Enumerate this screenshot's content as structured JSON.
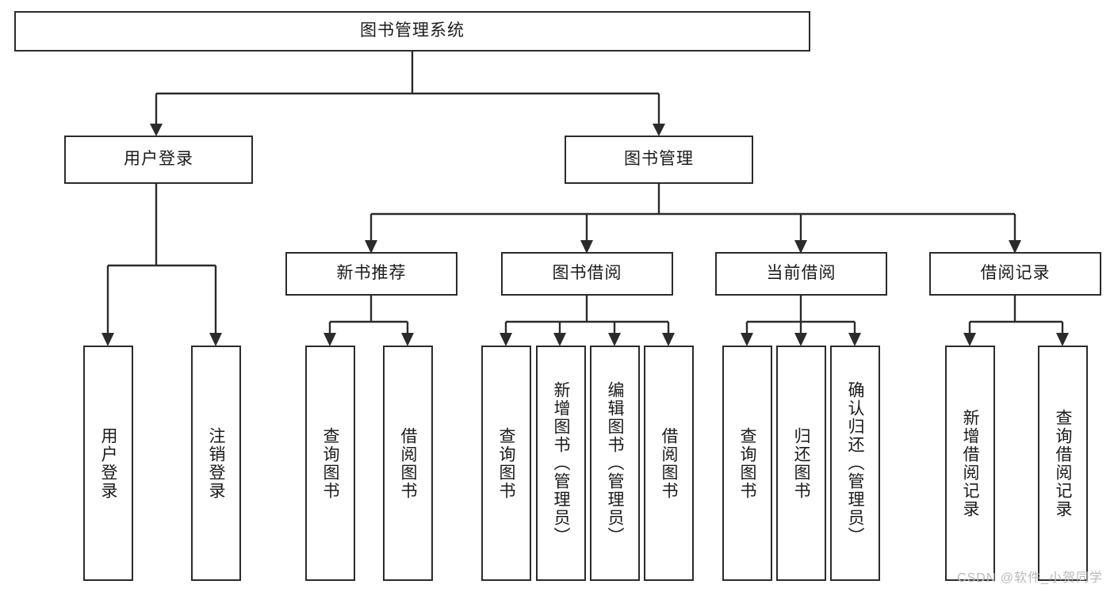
{
  "diagram": {
    "type": "tree",
    "title": "图书管理系统",
    "watermark": "CSDN @软件_小贺同学",
    "colors": {
      "stroke": "#2b2b2b",
      "fill": "#ffffff",
      "text": "#1a1a1a",
      "watermark": "#b9b9b9"
    },
    "nodes": {
      "root": "图书管理系统",
      "level2": [
        "用户登录",
        "图书管理"
      ],
      "level3": [
        "新书推荐",
        "图书借阅",
        "当前借阅",
        "借阅记录"
      ],
      "leaves_user_login": [
        "用户登录",
        "注销登录"
      ],
      "leaves_new_book": [
        "查询图书",
        "借阅图书"
      ],
      "leaves_borrow": [
        "查询图书",
        "新增图书（管理员）",
        "编辑图书（管理员）",
        "借阅图书"
      ],
      "leaves_current": [
        "查询图书",
        "归还图书",
        "确认归还（管理员）"
      ],
      "leaves_records": [
        "新增借阅记录",
        "查询借阅记录"
      ]
    }
  }
}
